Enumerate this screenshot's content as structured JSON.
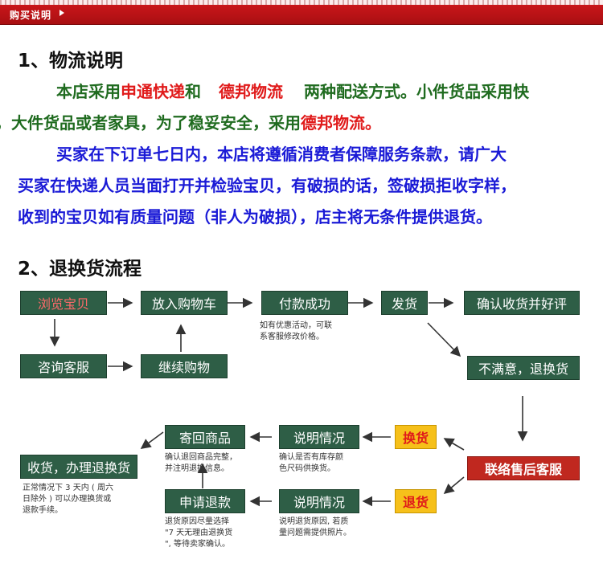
{
  "header": {
    "label": "购买说明"
  },
  "section1": {
    "title": "1、物流说明",
    "p1": {
      "a": "本店采用",
      "b": "申通快递",
      "c": "和",
      "d": "德邦物流",
      "e": "两种配送方式。小件货品采用快",
      "f": "递，大件货品或者家具，为了稳妥安全，采用",
      "g": "德邦物流。"
    },
    "p2": {
      "l1": "买家在下订单七日内，本店将遵循消费者保障服务条款，请广大",
      "l2": "买家在快递人员当面打开并检验宝贝，有破损的话，签破损拒收字样，",
      "l3": "收到的宝贝如有质量问题（非人为破损），店主将无条件提供退货。"
    }
  },
  "section2": {
    "title": "2、退换货流程",
    "flow": {
      "browse": "浏览宝贝",
      "cart": "放入购物车",
      "pay": "付款成功",
      "ship": "发货",
      "confirm": "确认收货并好评",
      "consult": "咨询客服",
      "continue": "继续购物",
      "unsatisfied": "不满意，退换货",
      "contact": "联络售后客服",
      "exchange": "换货",
      "refund": "退货",
      "explain1": "说明情况",
      "explain2": "说明情况",
      "sendback": "寄回商品",
      "applyrefund": "申请退款",
      "receive": "收货，办理退换货"
    },
    "notes": {
      "pay_l1": "如有优惠活动，可联",
      "pay_l2": "系客服修改价格。",
      "sendback_l1": "确认退回商品完整，",
      "sendback_l2": "并注明退换信息。",
      "explain1_l1": "确认是否有库存颜",
      "explain1_l2": "色尺码供换货。",
      "receive_l1": "正常情况下 3 天内 ( 周六",
      "receive_l2": "日除外 ) 可以办理换货或",
      "receive_l3": "退款手续。",
      "apply_l1": "退货原因尽量选择",
      "apply_l2": "\"7 天无理由退换货",
      "apply_l3": "\", 等待卖家确认。",
      "explain2_l1": "说明退货原因, 若质",
      "explain2_l2": "量问题需提供照片。"
    }
  }
}
